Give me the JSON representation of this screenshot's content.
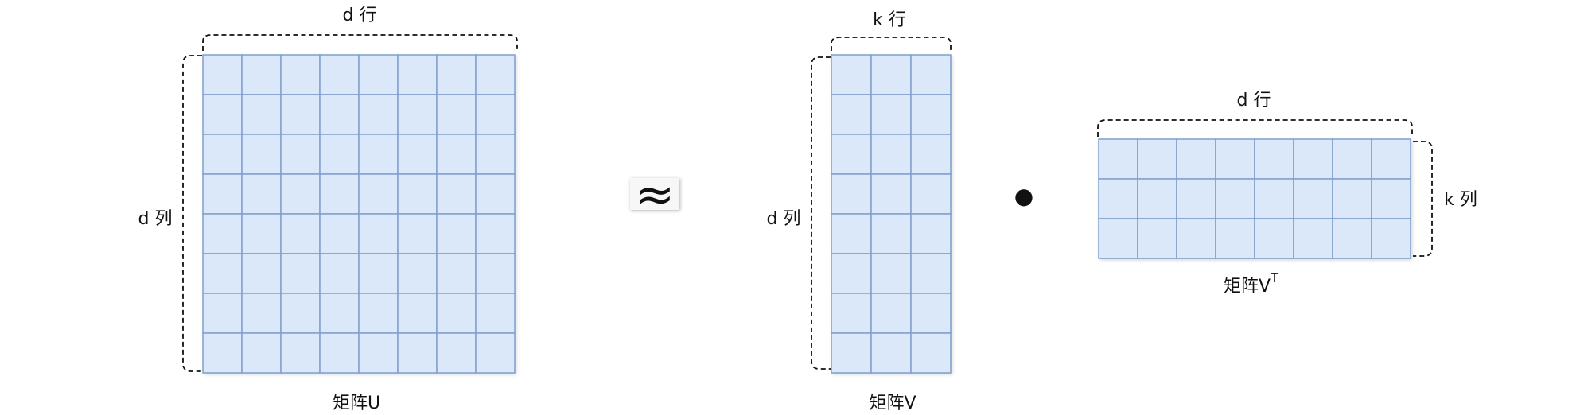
{
  "matrices": {
    "u": {
      "name": "矩阵U",
      "top_label": "d 行",
      "side_label": "d 列",
      "rows": 8,
      "cols": 8
    },
    "v": {
      "name": "矩阵V",
      "top_label": "k 行",
      "side_label": "d 列",
      "rows": 8,
      "cols": 3
    },
    "vt": {
      "name": "矩阵V",
      "name_superscript": "T",
      "top_label": "d 行",
      "side_label": "k 列",
      "rows": 3,
      "cols": 8
    }
  },
  "operators": {
    "approx": "≈",
    "dot": "●"
  },
  "colors": {
    "cell_fill": "#dbe8fa",
    "cell_stroke": "#7f9fcc",
    "bracket": "#111111"
  }
}
